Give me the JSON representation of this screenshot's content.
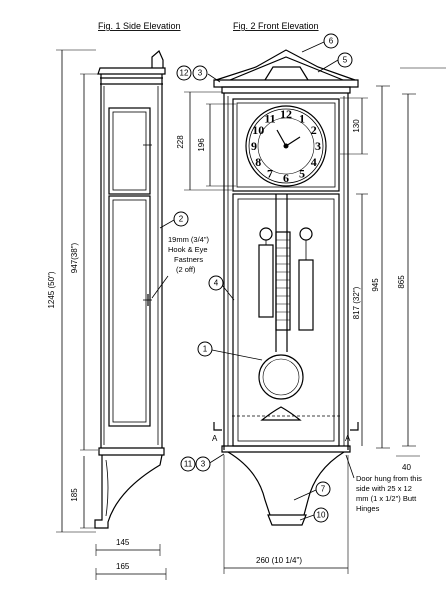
{
  "titles": {
    "side": "Fig. 1 Side Elevation",
    "front": "Fig. 2 Front Elevation"
  },
  "callouts": [
    "1",
    "2",
    "3",
    "4",
    "5",
    "6",
    "7",
    "10",
    "11",
    "12"
  ],
  "dimensions": {
    "total_height": "1245 (50\")",
    "case_height_side": "947(38\")",
    "base_height": "185",
    "base_depth": "145",
    "total_depth": "165",
    "hood_height": "228",
    "dial_opening": "196",
    "front_130": "130",
    "door_height": "817 (32\")",
    "case_945": "945",
    "case_865": "865",
    "offset_40": "40",
    "total_width": "260 (10 1/4\")"
  },
  "notes": {
    "fastener": [
      "19mm (3/4\")",
      "Hook & Eye",
      "Fastners",
      "(2 off)"
    ],
    "hinge": [
      "Door hung from this",
      "side with 25 x 12",
      "mm (1 x 1/2\") Butt",
      "Hinges"
    ]
  },
  "section_marks": [
    "A",
    "A"
  ],
  "dial_numerals": [
    "12",
    "1",
    "2",
    "3",
    "4",
    "5",
    "6",
    "7",
    "8",
    "9",
    "10",
    "11"
  ]
}
